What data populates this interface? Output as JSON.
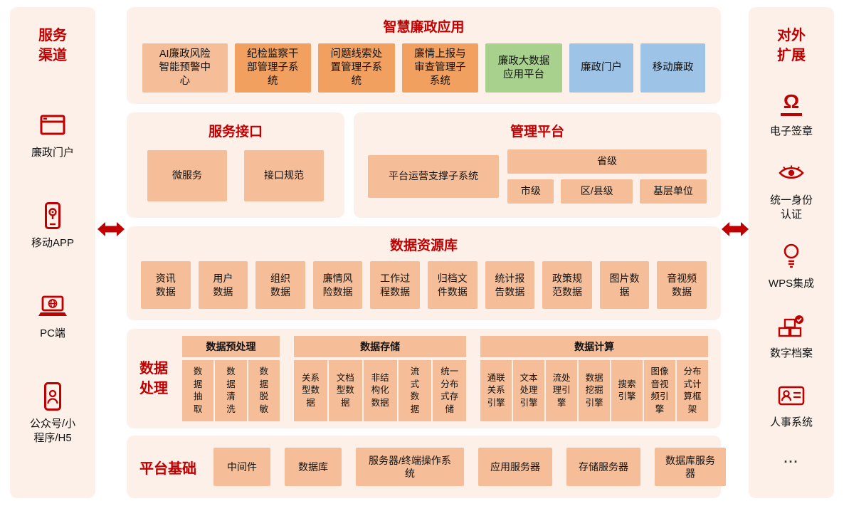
{
  "colors": {
    "panel_bg": "#FCF0E8",
    "box_salmon": "#F6BE98",
    "box_orange": "#F2A05F",
    "box_green": "#A9D18E",
    "box_blue": "#9DC3E6",
    "accent_red": "#C00000"
  },
  "left_sidebar": {
    "title": "服务\n渠道",
    "items": [
      {
        "label": "廉政门户",
        "icon": "browser-window-icon"
      },
      {
        "label": "移动APP",
        "icon": "mobile-app-icon"
      },
      {
        "label": "PC端",
        "icon": "laptop-icon"
      },
      {
        "label": "公众号/小\n程序/H5",
        "icon": "phone-user-icon"
      }
    ]
  },
  "right_sidebar": {
    "title": "对外\n扩展",
    "items": [
      {
        "label": "电子签章",
        "icon": "stamp-icon"
      },
      {
        "label": "统一身份\n认证",
        "icon": "eye-icon"
      },
      {
        "label": "WPS集成",
        "icon": "bulb-icon"
      },
      {
        "label": "数字档案",
        "icon": "archive-icon"
      },
      {
        "label": "人事系统",
        "icon": "id-card-icon"
      },
      {
        "label": "...",
        "icon": "none"
      }
    ]
  },
  "app_panel": {
    "title": "智慧廉政应用",
    "items": [
      {
        "label": "AI廉政风险\n智能预警中\n心",
        "color": "salmon"
      },
      {
        "label": "纪检监察干\n部管理子系\n统",
        "color": "orange"
      },
      {
        "label": "问题线索处\n置管理子系\n统",
        "color": "orange"
      },
      {
        "label": "廉情上报与\n审查管理子\n系统",
        "color": "orange"
      },
      {
        "label": "廉政大数据\n应用平台",
        "color": "green"
      },
      {
        "label": "廉政门户",
        "color": "blue"
      },
      {
        "label": "移动廉政",
        "color": "blue"
      }
    ]
  },
  "service_panel": {
    "title": "服务接口",
    "items": [
      "微服务",
      "接口规范"
    ]
  },
  "mgmt_panel": {
    "title": "管理平台",
    "support": "平台运营支撑子系统",
    "province": "省级",
    "levels": [
      "市级",
      "区/县级",
      "基层单位"
    ]
  },
  "repo_panel": {
    "title": "数据资源库",
    "items": [
      "资讯\n数据",
      "用户\n数据",
      "组织\n数据",
      "廉情风\n险数据",
      "工作过\n程数据",
      "归档文\n件数据",
      "统计报\n告数据",
      "政策规\n范数据",
      "图片数\n据",
      "音视频\n数据"
    ]
  },
  "processing_panel": {
    "title": "数据\n处理",
    "groups": [
      {
        "header": "数据预处理",
        "items": [
          "数\n据\n抽\n取",
          "数\n据\n清\n洗",
          "数\n据\n脱\n敏"
        ]
      },
      {
        "header": "数据存储",
        "items": [
          "关系\n型数\n据",
          "文档\n型数\n据",
          "非结\n构化\n数据",
          "流\n式\n数\n据",
          "统一\n分布\n式存\n储"
        ]
      },
      {
        "header": "数据计算",
        "items": [
          "通联\n关系\n引擎",
          "文本\n处理\n引擎",
          "流处\n理引\n擎",
          "数据\n挖掘\n引擎",
          "搜索\n引擎",
          "图像\n音视\n频引\n擎",
          "分布\n式计\n算框\n架"
        ]
      }
    ]
  },
  "base_panel": {
    "title": "平台基础",
    "items": [
      "中间件",
      "数据库",
      "服务器/终端操作系\n统",
      "应用服务器",
      "存储服务器",
      "数据库服务\n器"
    ]
  }
}
